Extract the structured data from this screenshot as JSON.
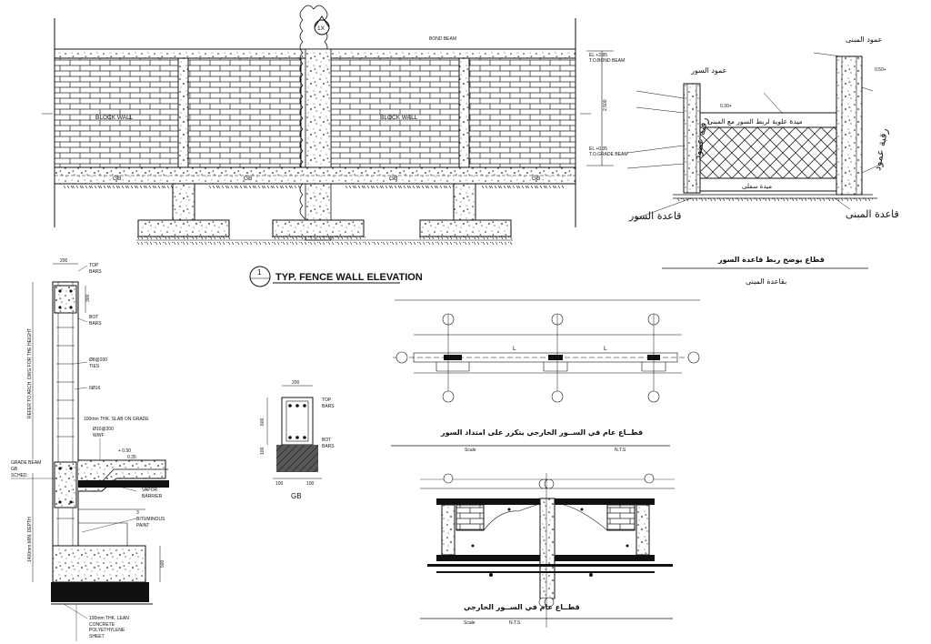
{
  "elevation": {
    "title": "TYP. FENCE WALL ELEVATION",
    "number": "1",
    "section_tag": "1X",
    "bond_beam": "BOND BEAM",
    "wall_labels": [
      "BLOCK WALL",
      "BLOCK WALL"
    ],
    "gb_labels": [
      "GB",
      "GB",
      "GB",
      "GB"
    ],
    "el_top": "EL +2.85",
    "el_top_note": "T.O.BOND BEAM",
    "el_grade": "EL +0.35",
    "el_grade_note": "T.O.GRADE BEAM",
    "dim_height": "2.500"
  },
  "section_detail": {
    "width_dim": "200",
    "top_bars": "TOP",
    "top_bars2": "BARS",
    "beam_dim": "300",
    "bot_bars": "BOT",
    "bot_bars2": "BARS",
    "ties": "Ø8@200",
    "ties2": "TIES",
    "vert_bars": "6Ø16",
    "side_note": "REFER TO ARCH. DWG FOR THE HEIGHT",
    "slab_note": "100mm THK. SLAB ON GRADE",
    "mesh": "Ø10@200",
    "wwf": "WWF",
    "level1": "+ 0.50",
    "level2": "0.35",
    "grade_beam": "GRADE BEAM",
    "gb_tag": "GB",
    "sched": "SCHED.",
    "vapor": "VAPOR",
    "barrier": "BARRIER",
    "coats": "3",
    "bituminous": "BITUMINOUS",
    "paint": "PAINT",
    "depth_note": "1400mm MIN. DEPTH",
    "foot_dim": "500",
    "lean1": "100mm THK. LEAN",
    "lean2": "CONCRETE",
    "lean3": "POLYETHYLENE",
    "lean4": "SHEET"
  },
  "gb_section": {
    "width": "200",
    "height": "600",
    "top": "TOP",
    "top2": "BARS",
    "bot": "BOT",
    "bot2": "BARS",
    "base": "100",
    "left": "100",
    "right": "100",
    "label": "GB"
  },
  "arabic_top_right": {
    "col_building": "عمود المبنى",
    "col_fence": "عمود السور",
    "tie_beam_note": "ميدة علوية لربط السور مع المبنى",
    "neck1": "رقبة عمود",
    "neck2": "رقبة عمود",
    "foot_fence": "قاعدة السور",
    "foot_building": "قاعدة المبنى",
    "lower_beam": "ميدة سفلى",
    "title1": "قطاع يوضح ربط قاعدة السور",
    "title2": "بقاعدة المبنى",
    "level_a": "0.50+",
    "level_b": "0.30+"
  },
  "plan": {
    "span1": "L",
    "span2": "L",
    "title": "قطــاع عام في الســور الخارجي يتكرر على امتداد السور",
    "scale": "Scale",
    "nts": "N.T.S"
  },
  "bottom_section": {
    "title": "قطــاع عام في الســور الخارجي",
    "scale": "Scale",
    "nts": "N.T.S"
  }
}
